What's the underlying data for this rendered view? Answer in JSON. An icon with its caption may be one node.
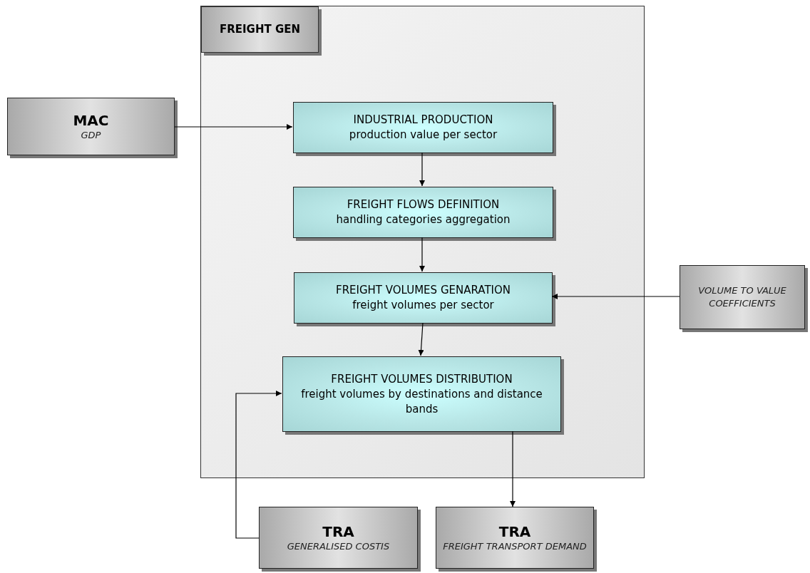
{
  "diagram": {
    "nodes": [
      {
        "text": [
          "FREIGHT GEN"
        ]
      },
      {
        "text": [
          "MAC",
          "GDP"
        ]
      },
      {
        "text": [
          "INDUSTRIAL PRODUCTION",
          "production value per sector"
        ],
        "in": 0
      },
      {
        "text": [
          "FREIGHT FLOWS DEFINITION",
          "handling categories aggregation"
        ],
        "in": 0
      },
      {
        "text": [
          "FREIGHT VOLUMES GENARATION",
          "freight volumes per sector"
        ],
        "in": 0
      },
      {
        "text": [
          "VOLUME TO VALUE COEFFICIENTS"
        ]
      },
      {
        "text": [
          "FREIGHT VOLUMES DISTRIBUTION",
          "freight volumes by destinations and distance bands"
        ],
        "in": 0
      },
      {
        "text": [
          "TRA",
          "GENERALISED COSTIS"
        ]
      },
      {
        "text": [
          "TRA",
          "FREIGHT TRANSPORT DEMAND"
        ]
      }
    ],
    "edges": [
      {
        "from": 1,
        "to": 2,
        "arrow": "to"
      },
      {
        "from": 2,
        "to": 3,
        "arrow": "to"
      },
      {
        "from": 3,
        "to": 4,
        "arrow": "to"
      },
      {
        "from": 5,
        "to": 4,
        "arrow": "to"
      },
      {
        "from": 4,
        "to": 6,
        "arrow": "to"
      },
      {
        "from": 7,
        "to": 6,
        "arrow": "to"
      },
      {
        "from": 6,
        "to": 8,
        "arrow": "to"
      }
    ]
  }
}
